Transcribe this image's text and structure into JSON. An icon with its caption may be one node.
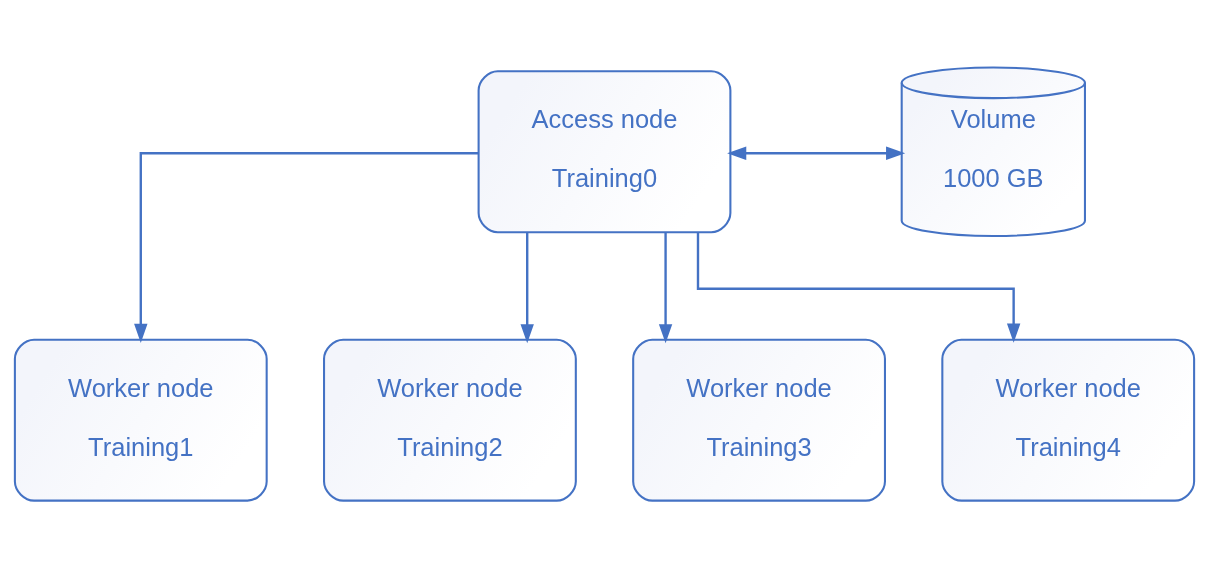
{
  "diagram": {
    "nodes": [
      {
        "text": [
          "Access node",
          "Training0"
        ]
      },
      {
        "text": [
          "Volume",
          "1000 GB"
        ]
      },
      {
        "text": [
          "Worker node",
          "Training1"
        ]
      },
      {
        "text": [
          "Worker node",
          "Training2"
        ]
      },
      {
        "text": [
          "Worker node",
          "Training3"
        ]
      },
      {
        "text": [
          "Worker node",
          "Training4"
        ]
      }
    ],
    "edges": [
      {
        "from": 0,
        "to": 1,
        "arrow": "both"
      },
      {
        "from": 0,
        "to": 2,
        "arrow": "to"
      },
      {
        "from": 0,
        "to": 3,
        "arrow": "to"
      },
      {
        "from": 0,
        "to": 4,
        "arrow": "to"
      },
      {
        "from": 0,
        "to": 5,
        "arrow": "to"
      }
    ]
  }
}
